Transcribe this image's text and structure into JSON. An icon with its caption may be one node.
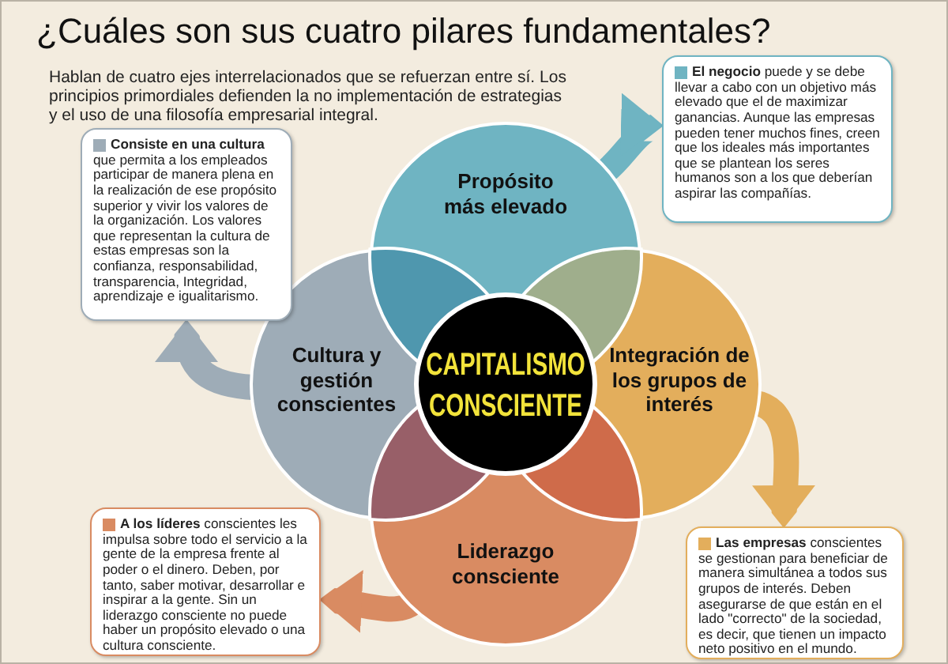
{
  "diagram": {
    "title": "¿Cuáles son sus cuatro pilares fundamentales?",
    "nodes": [
      {
        "text": [
          "Propósito más elevado"
        ]
      },
      {
        "text": [
          "Cultura y gestión conscientes"
        ]
      },
      {
        "text": [
          "CAPITALISMO CONSCIENTE"
        ]
      },
      {
        "text": [
          "Integración de los grupos de interés"
        ]
      },
      {
        "text": [
          "Liderazgo consciente"
        ]
      },
      {
        "text": [
          "**El negocio** puede y se debe llevar a cabo con un objetivo más elevado que el de maximizar ganancias. Aunque las empresas pueden tener muchos fines, creen que los ideales más importantes que se plantean los seres humanos son a los que deberían aspirar las compañías."
        ]
      },
      {
        "text": [
          "**Consiste en una cultura** que permita a los empleados participar de manera plena en la realización de ese propósito superior y vivir los valores de la organización. Los valores que representan la cultura de estas empresas son la confianza, responsabilidad, transparencia, Integridad, aprendizaje e igualitarismo."
        ]
      },
      {
        "text": [
          "**Las empresas** conscientes se gestionan para beneficiar de manera simultánea a todos sus grupos de interés. Deben asegurarse de que están en el lado \"correcto\" de la sociedad, es decir, que tienen un impacto neto positivo en el mundo."
        ]
      },
      {
        "text": [
          "**A los líderes** conscientes les impulsa sobre todo el servicio a la gente de la empresa frente al poder o el dinero. Deben, por tanto, saber motivar, desarrollar e inspirar a la gente. Sin un liderazgo consciente no puede haber un propósito elevado o una cultura consciente."
        ]
      }
    ],
    "edges": [
      {
        "from": 0,
        "to": 5,
        "arrow": "to",
        "color": "#6fb4c2"
      },
      {
        "from": 1,
        "to": 6,
        "arrow": "to",
        "color": "#9eacb7"
      },
      {
        "from": 3,
        "to": 7,
        "arrow": "to",
        "color": "#e3ae5c"
      },
      {
        "from": 4,
        "to": 8,
        "arrow": "to",
        "color": "#d98b62"
      }
    ],
    "labels": [
      "Hablan de cuatro ejes interrelacionados que se refuerzan entre sí. Los principios primordiales defienden la no implementación de estrategias y el uso de una filosofía empresarial integral."
    ]
  }
}
